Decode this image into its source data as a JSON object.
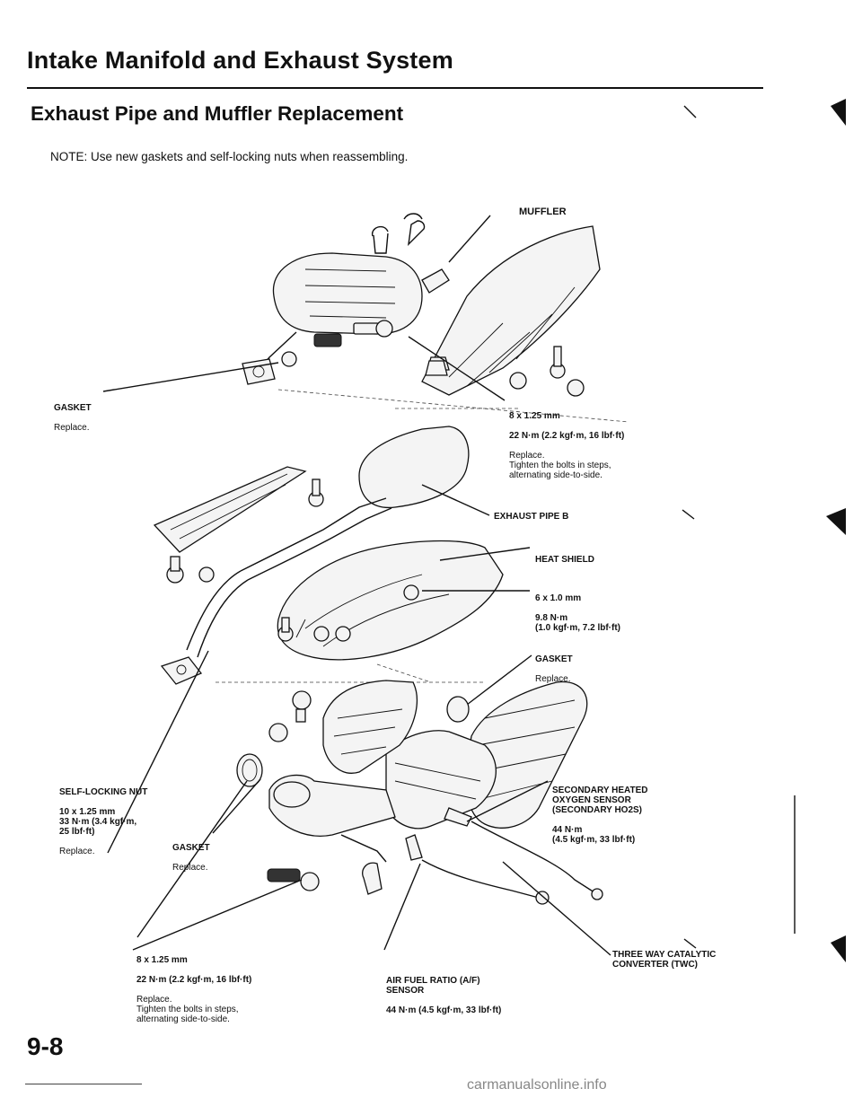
{
  "header": {
    "title": "Intake Manifold and Exhaust System",
    "section": "Exhaust Pipe and Muffler Replacement",
    "note": "NOTE: Use new gaskets and self-locking nuts when reassembling."
  },
  "labels": {
    "muffler": "MUFFLER",
    "gasket_top": {
      "name": "GASKET",
      "sub": "Replace."
    },
    "bolt_muffler": {
      "spec": "8 x 1.25 mm",
      "torque": "22 N·m (2.2 kgf·m, 16 lbf·ft)",
      "notes": "Replace.\nTighten the bolts in steps,\nalternating side-to-side."
    },
    "exhaust_pipe_b": "EXHAUST PIPE B",
    "heat_shield": "HEAT SHIELD",
    "bolt_shield": {
      "spec": "6 x 1.0 mm",
      "torque": "9.8 N·m\n(1.0 kgf·m, 7.2 lbf·ft)"
    },
    "gasket_mid": {
      "name": "GASKET",
      "sub": "Replace."
    },
    "self_locking_nut": {
      "name": "SELF-LOCKING NUT",
      "spec": "10 x 1.25 mm\n33 N·m (3.4 kgf·m,\n25 lbf·ft)",
      "sub": "Replace."
    },
    "secondary_sensor": {
      "name": "SECONDARY HEATED\nOXYGEN SENSOR\n(SECONDARY HO2S)",
      "torque": "44 N·m\n(4.5 kgf·m, 33 lbf·ft)"
    },
    "gasket_low": {
      "name": "GASKET",
      "sub": "Replace."
    },
    "twc": "THREE WAY CATALYTIC\nCONVERTER (TWC)",
    "bolt_low": {
      "spec": "8 x 1.25 mm",
      "torque": "22 N·m (2.2 kgf·m, 16 lbf·ft)",
      "notes": "Replace.\nTighten the bolts in steps,\nalternating side-to-side."
    },
    "af_sensor": {
      "name": "AIR FUEL RATIO (A/F)\nSENSOR",
      "torque": "44 N·m (4.5 kgf·m, 33 lbf·ft)"
    }
  },
  "footer": {
    "page": "9-8",
    "watermark": "carmanualsonline.info"
  }
}
